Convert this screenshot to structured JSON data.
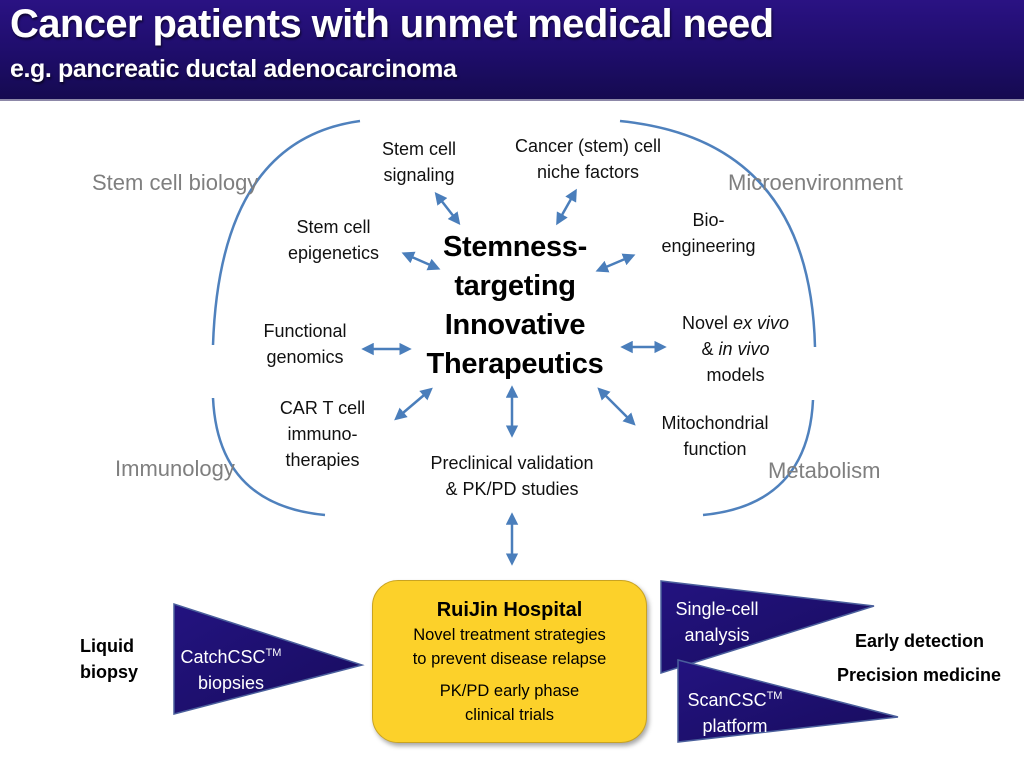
{
  "header": {
    "title": "Cancer patients with unmet medical need",
    "subtitle": "e.g. pancreatic ductal adenocarcinoma"
  },
  "colors": {
    "header_bg": "#22107a",
    "arc_blue": "#4f81bd",
    "arrow_blue": "#4a7ebb",
    "area_label_gray": "#7f7f7f",
    "hospital_yellow": "#fcd12a",
    "triangle_navy": "#1f1170"
  },
  "areas": {
    "stem_cell_biology": "Stem cell biology",
    "microenvironment": "Microenvironment",
    "immunology": "Immunology",
    "metabolism": "Metabolism"
  },
  "center": {
    "line1": "Stemness-",
    "line2": "targeting",
    "line3": "Innovative",
    "line4": "Therapeutics"
  },
  "nodes": {
    "stem_cell_signaling": [
      "Stem cell",
      "signaling"
    ],
    "niche_factors": [
      "Cancer (stem) cell",
      "niche factors"
    ],
    "epigenetics": [
      "Stem cell",
      "epigenetics"
    ],
    "bioengineering": [
      "Bio-",
      "engineering"
    ],
    "functional_genomics": [
      "Functional",
      "genomics"
    ],
    "models": {
      "line1_prefix": "Novel ",
      "line1_italic": "ex vivo",
      "line2_prefix": "& ",
      "line2_italic": "in vivo",
      "line3": "models"
    },
    "car_t": [
      "CAR T cell",
      "immuno-",
      "therapies"
    ],
    "mitochondrial": [
      "Mitochondrial",
      "function"
    ],
    "preclinical": [
      "Preclinical validation",
      "& PK/PD studies"
    ]
  },
  "hospital": {
    "title": "RuiJin Hospital",
    "line1": "Novel treatment strategies",
    "line2": "to prevent disease relapse",
    "line3": "PK/PD early phase",
    "line4": "clinical trials"
  },
  "left": {
    "label_line1": "Liquid",
    "label_line2": "biopsy",
    "triangle_line1": "CatchCSC",
    "triangle_tm": "TM",
    "triangle_line2": "biopsies"
  },
  "right": {
    "single_cell_line1": "Single-cell",
    "single_cell_line2": "analysis",
    "scan_line1": "ScanCSC",
    "scan_tm": "TM",
    "scan_line2": "platform",
    "outcome1": "Early detection",
    "outcome2": "Precision medicine"
  }
}
